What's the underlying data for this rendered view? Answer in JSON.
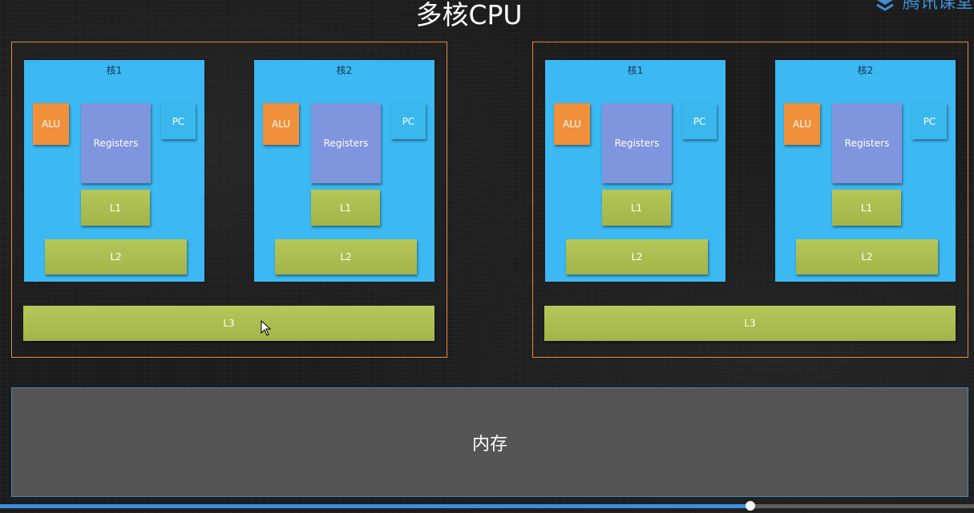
{
  "title": "多核CPU",
  "watermark": {
    "text": "腾讯课堂",
    "icon": "tencent-classroom-logo-icon"
  },
  "cpus": [
    {
      "cores": [
        {
          "label": "核1",
          "alu": "ALU",
          "registers": "Registers",
          "pc": "PC",
          "l1": "L1",
          "l2": "L2"
        },
        {
          "label": "核2",
          "alu": "ALU",
          "registers": "Registers",
          "pc": "PC",
          "l1": "L1",
          "l2": "L2"
        }
      ],
      "l3": "L3"
    },
    {
      "cores": [
        {
          "label": "核1",
          "alu": "ALU",
          "registers": "Registers",
          "pc": "PC",
          "l1": "L1",
          "l2": "L2"
        },
        {
          "label": "核2",
          "alu": "ALU",
          "registers": "Registers",
          "pc": "PC",
          "l1": "L1",
          "l2": "L2"
        }
      ],
      "l3": "L3"
    }
  ],
  "memory": "内存",
  "video": {
    "progress": 0.77
  },
  "colors": {
    "cpu_border": "#e3883d",
    "core": "#3cb8f2",
    "alu": "#f0903a",
    "pc": "#3ab8ee",
    "registers": "#7f95dd",
    "cache": "#a8ba4c",
    "memory": "#555555",
    "progress": "#3a8fe0"
  }
}
